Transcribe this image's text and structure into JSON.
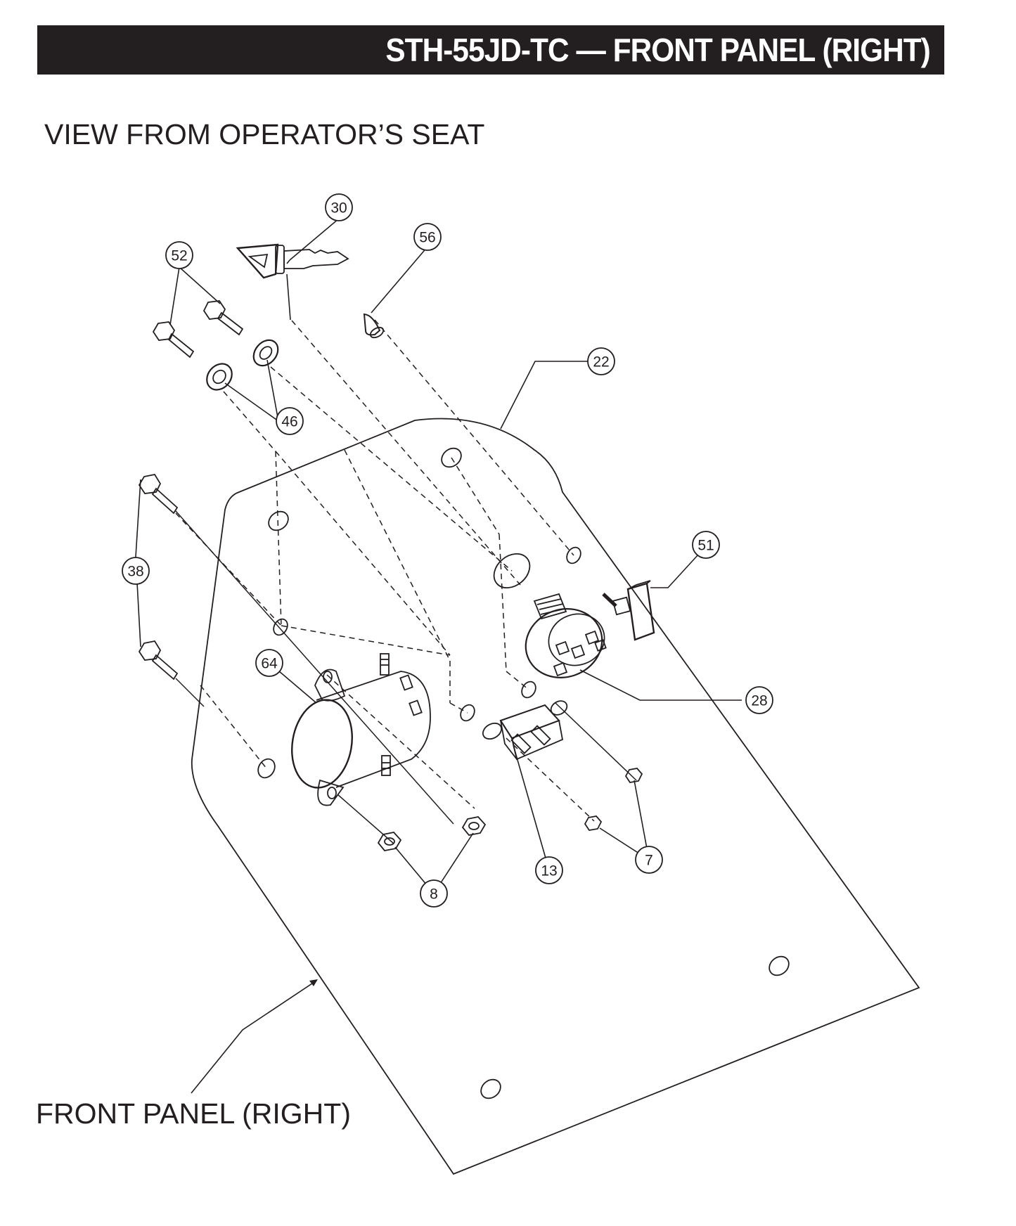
{
  "header": {
    "title": "STH-55JD-TC — FRONT PANEL (RIGHT)"
  },
  "view_label": "VIEW FROM OPERATOR’S SEAT",
  "panel_label": "FRONT PANEL (RIGHT)",
  "callouts": [
    "30",
    "56",
    "52",
    "22",
    "46",
    "51",
    "38",
    "28",
    "64",
    "7",
    "13",
    "8"
  ]
}
